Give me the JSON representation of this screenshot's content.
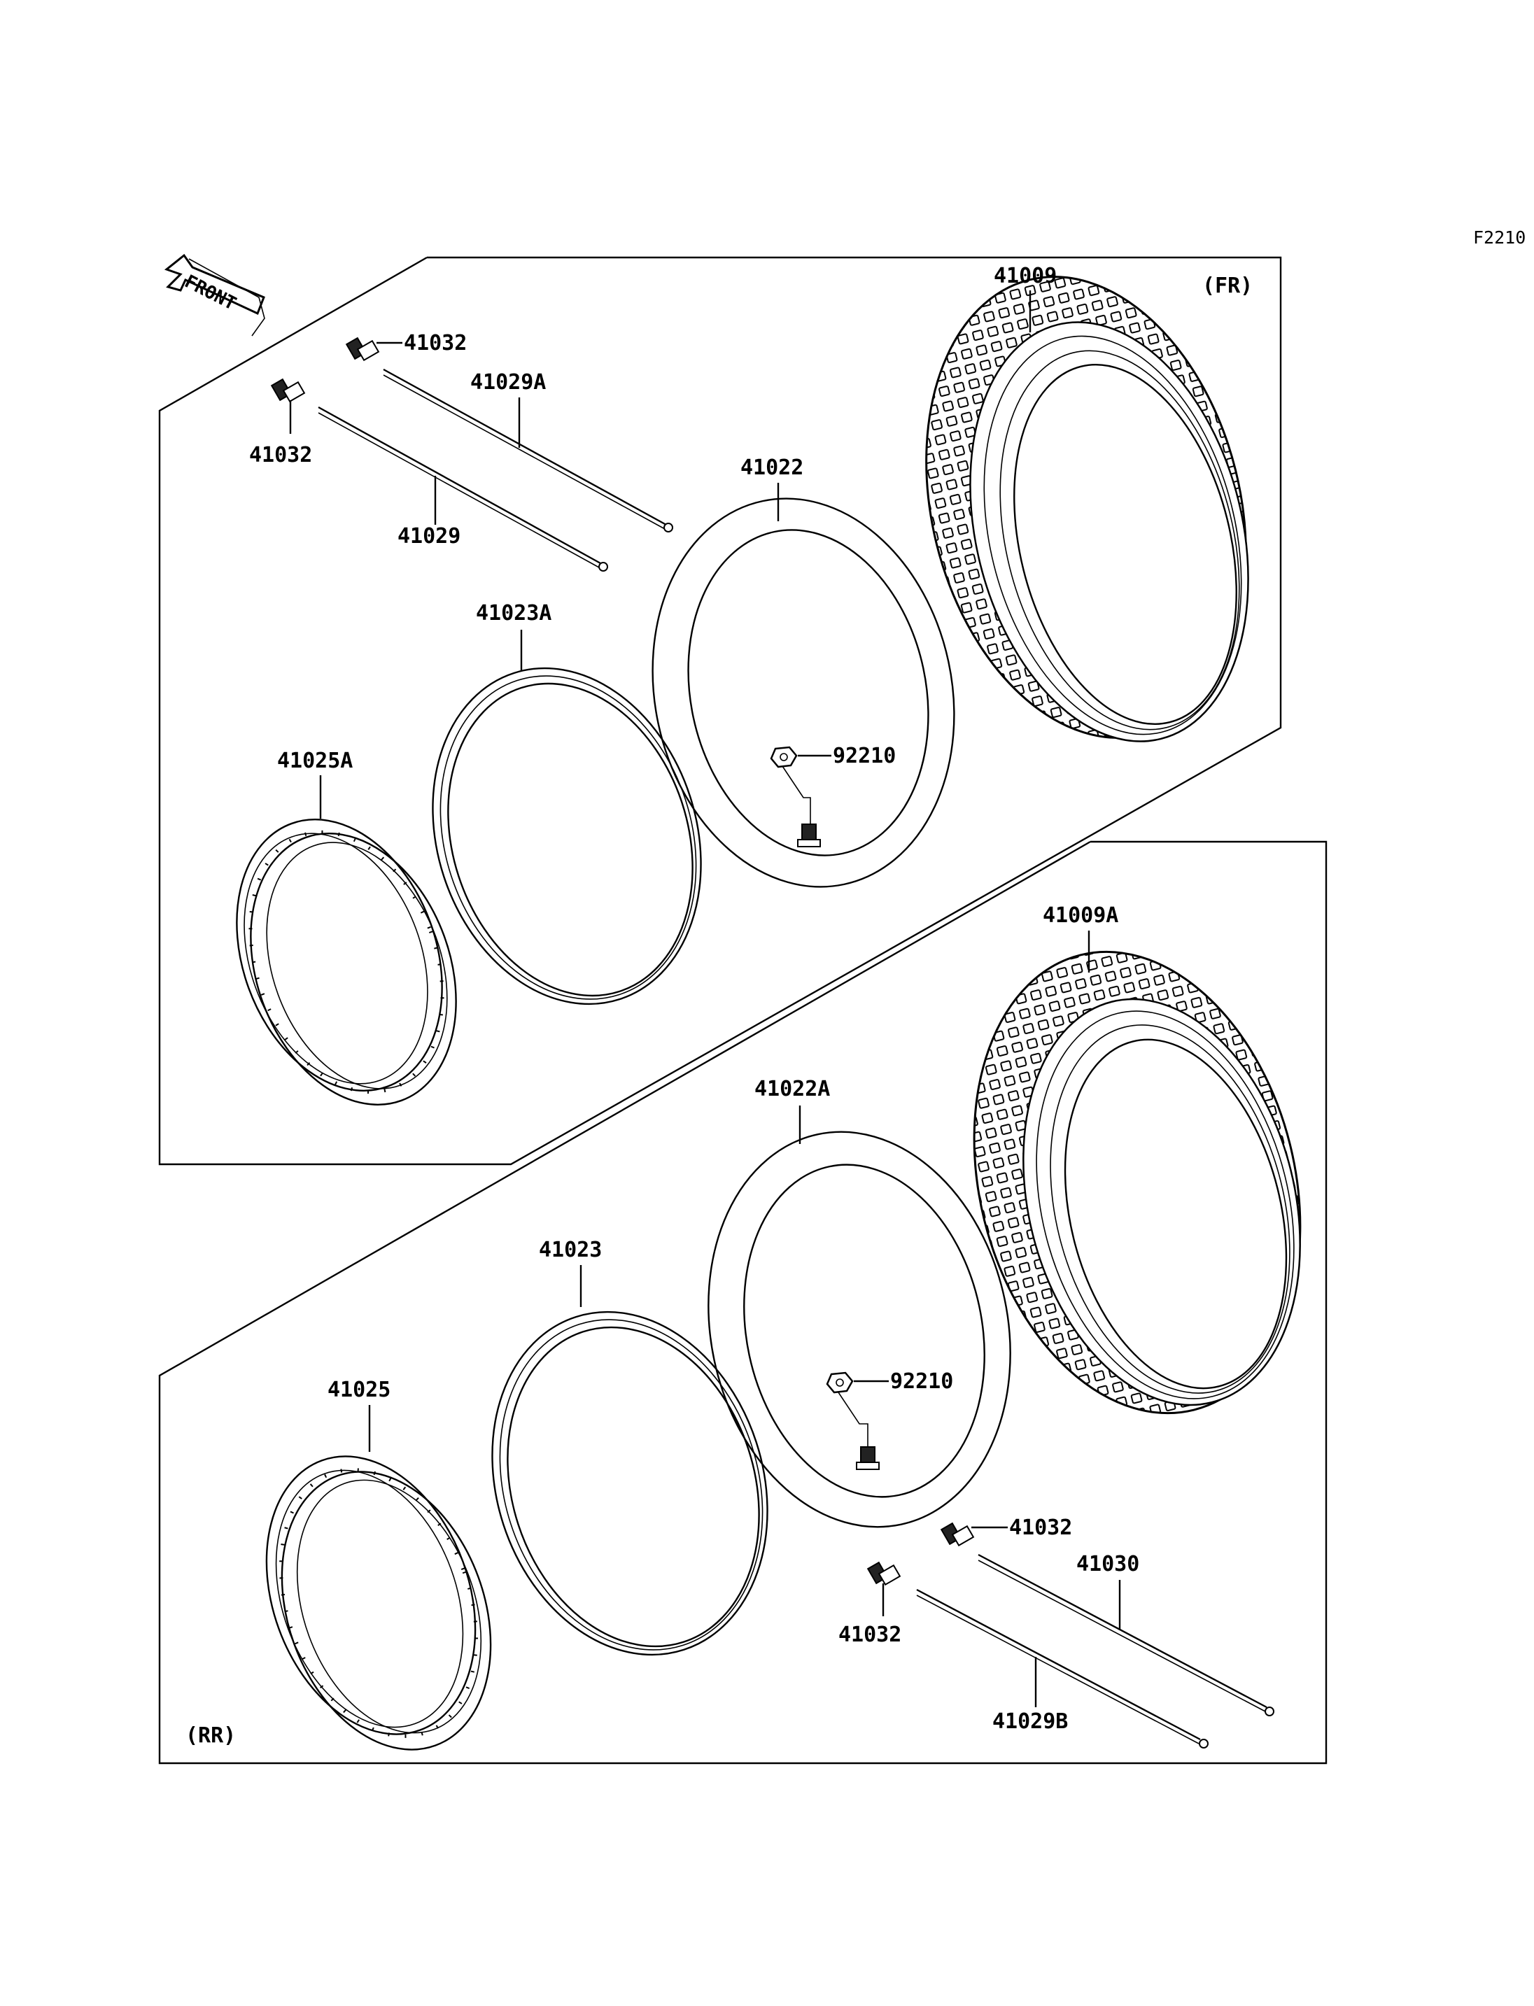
{
  "figure_code": "F2210",
  "front_label": "FRONT",
  "sections": {
    "front": {
      "tag": "(FR)"
    },
    "rear": {
      "tag": "(RR)"
    }
  },
  "parts": {
    "front_tire": "41009",
    "front_tube": "41022",
    "front_rim_band": "41023A",
    "front_rim": "41025A",
    "front_spoke_outer": "41029A",
    "front_spoke_inner": "41029",
    "front_nipple_upper": "41032",
    "front_nipple_lower": "41032",
    "front_valve_nut": "92210",
    "rear_tire": "41009A",
    "rear_tube": "41022A",
    "rear_rim_band": "41023",
    "rear_rim": "41025",
    "rear_spoke_outer": "41030",
    "rear_spoke_inner": "41029B",
    "rear_nipple_upper": "41032",
    "rear_nipple_lower": "41032",
    "rear_valve_nut": "92210"
  }
}
